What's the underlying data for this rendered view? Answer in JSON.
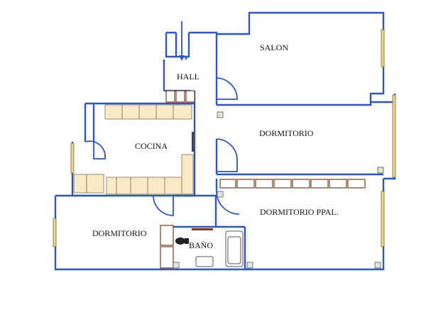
{
  "rooms": {
    "salon": "SALON",
    "hall": "HALL",
    "cocina": "COCINA",
    "dormitorio_top": "DORMITORIO",
    "dormitorio_ppal": "DORMITORIO PPAL.",
    "dormitorio_left": "DORMITORIO",
    "bano": "BAÑO"
  },
  "colors": {
    "wall": "#2f57b8",
    "counter": "#fbeac7",
    "window": "#ead88a",
    "fixture_brown": "#7a3b1f"
  }
}
